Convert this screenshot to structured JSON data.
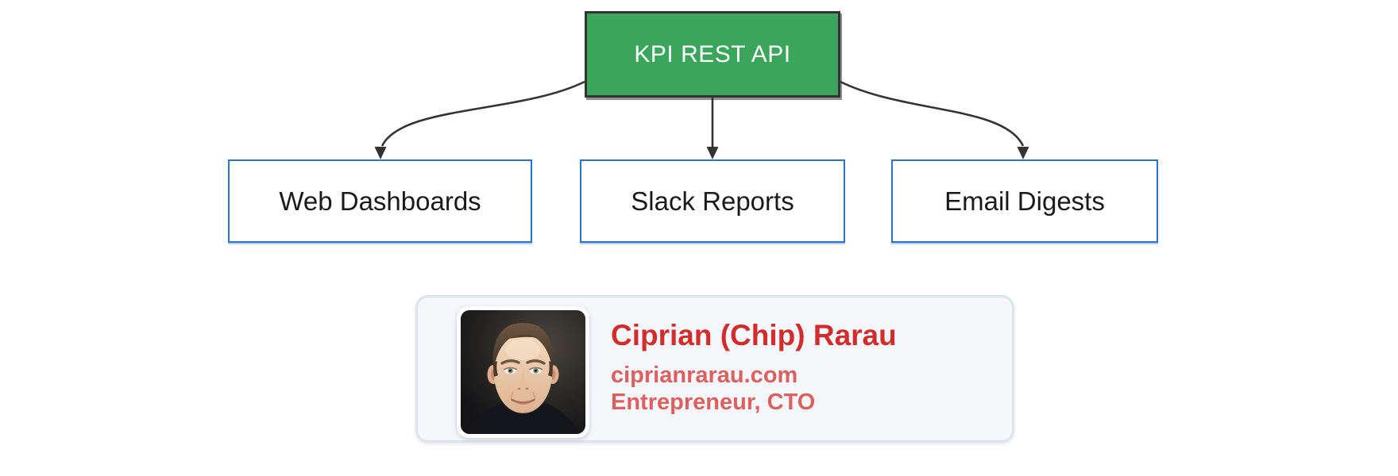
{
  "diagram": {
    "root": {
      "label": "KPI REST API"
    },
    "children": [
      {
        "label": "Web Dashboards"
      },
      {
        "label": "Slack Reports"
      },
      {
        "label": "Email Digests"
      }
    ],
    "colors": {
      "root_fill": "#3aa55b",
      "root_border": "#333333",
      "root_text": "#ffffff",
      "child_fill": "#ffffff",
      "child_border": "#2e74c6",
      "child_text": "#1a1a1a",
      "arrow": "#333333"
    }
  },
  "profile_card": {
    "name": "Ciprian (Chip) Rarau",
    "website": "ciprianrarau.com",
    "role": "Entrepreneur, CTO",
    "photo": "portrait-of-man",
    "colors": {
      "card_bg": "#f5f7fa",
      "card_border": "#dde4ee",
      "name_color": "#d22d2d",
      "detail_color": "#dd6060"
    }
  }
}
